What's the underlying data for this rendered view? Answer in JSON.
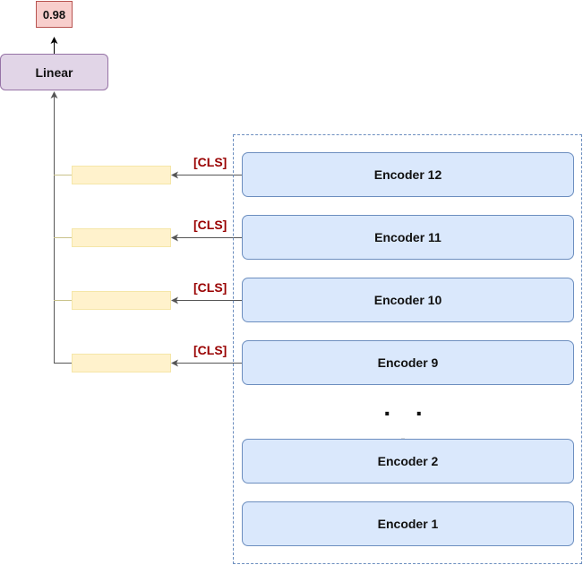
{
  "output": {
    "value": "0.98"
  },
  "linear": {
    "label": "Linear"
  },
  "cls_label": "[CLS]",
  "encoders": {
    "e12": "Encoder 12",
    "e11": "Encoder 11",
    "e10": "Encoder 10",
    "e9": "Encoder 9",
    "e2": "Encoder 2",
    "e1": "Encoder 1"
  },
  "ellipsis": ". . .",
  "colors": {
    "encoder_fill": "#dae8fc",
    "encoder_stroke": "#6c8ebf",
    "linear_fill": "#e1d5e7",
    "output_fill": "#f8cecc",
    "pooled_fill": "#fff2cc",
    "cls_text": "#990000"
  }
}
